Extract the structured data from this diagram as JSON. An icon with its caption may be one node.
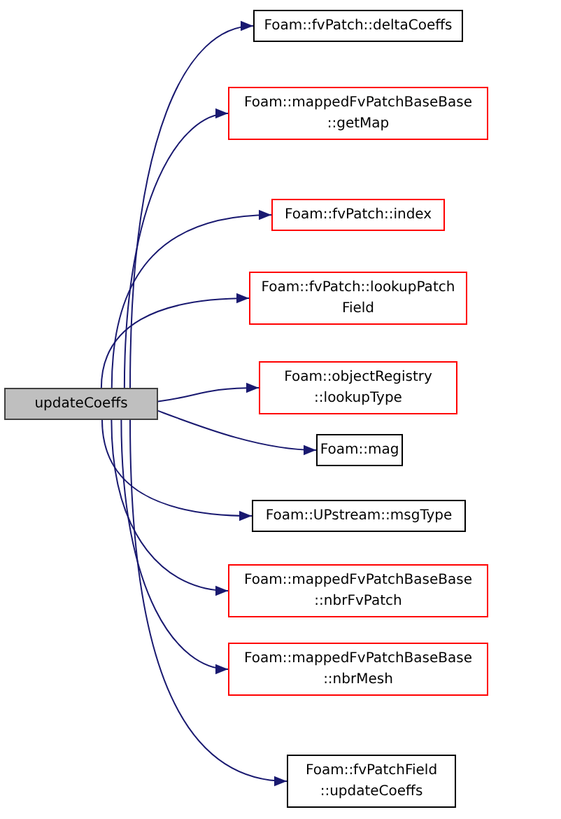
{
  "diagram": {
    "nodes": [
      {
        "text": [
          "updateCoeffs"
        ]
      },
      {
        "text": [
          "Foam::fvPatch::deltaCoeffs"
        ]
      },
      {
        "text": [
          "Foam::mappedFvPatchBaseBase ::getMap"
        ]
      },
      {
        "text": [
          "Foam::fvPatch::index"
        ]
      },
      {
        "text": [
          "Foam::fvPatch::lookupPatch Field"
        ]
      },
      {
        "text": [
          "Foam::objectRegistry ::lookupType"
        ]
      },
      {
        "text": [
          "Foam::mag"
        ]
      },
      {
        "text": [
          "Foam::UPstream::msgType"
        ]
      },
      {
        "text": [
          "Foam::mappedFvPatchBaseBase ::nbrFvPatch"
        ]
      },
      {
        "text": [
          "Foam::mappedFvPatchBaseBase ::nbrMesh"
        ]
      },
      {
        "text": [
          "Foam::fvPatchField ::updateCoeffs"
        ]
      }
    ],
    "edges": [
      {
        "from": 0,
        "to": 1,
        "arrow": "to"
      },
      {
        "from": 0,
        "to": 2,
        "arrow": "to"
      },
      {
        "from": 0,
        "to": 3,
        "arrow": "to"
      },
      {
        "from": 0,
        "to": 4,
        "arrow": "to"
      },
      {
        "from": 0,
        "to": 5,
        "arrow": "to"
      },
      {
        "from": 0,
        "to": 6,
        "arrow": "to"
      },
      {
        "from": 0,
        "to": 7,
        "arrow": "to"
      },
      {
        "from": 0,
        "to": 8,
        "arrow": "to"
      },
      {
        "from": 0,
        "to": 9,
        "arrow": "to"
      },
      {
        "from": 0,
        "to": 10,
        "arrow": "to"
      }
    ]
  }
}
